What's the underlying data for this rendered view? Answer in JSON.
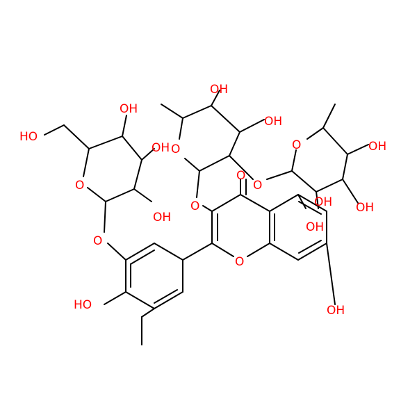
{
  "colors": {
    "bond": "#000000",
    "oxygen": "#ff0000",
    "background": "#ffffff"
  },
  "labels": {
    "oh_glc_top": "OH",
    "oh_glc_ch2": "HO",
    "oh_glc_mid": "OH",
    "o_glc_ring": "O",
    "oh_glc_low": "OH",
    "o_glc_link": "O",
    "oh_rha1_top": "OH",
    "oh_rha1_mid": "OH",
    "o_rha1_ring": "O",
    "o_link_inner": "O",
    "o_link_c3": "O",
    "o_rha2_ring": "O",
    "oh_rha2_a": "OH",
    "oh_rha2_b": "OH",
    "oh_rha2_c": "OH",
    "oh_c5": "OH",
    "o_carbonyl": "O",
    "o_chromone": "O",
    "oh_c7": "OH",
    "oh_phenyl": "HO"
  }
}
